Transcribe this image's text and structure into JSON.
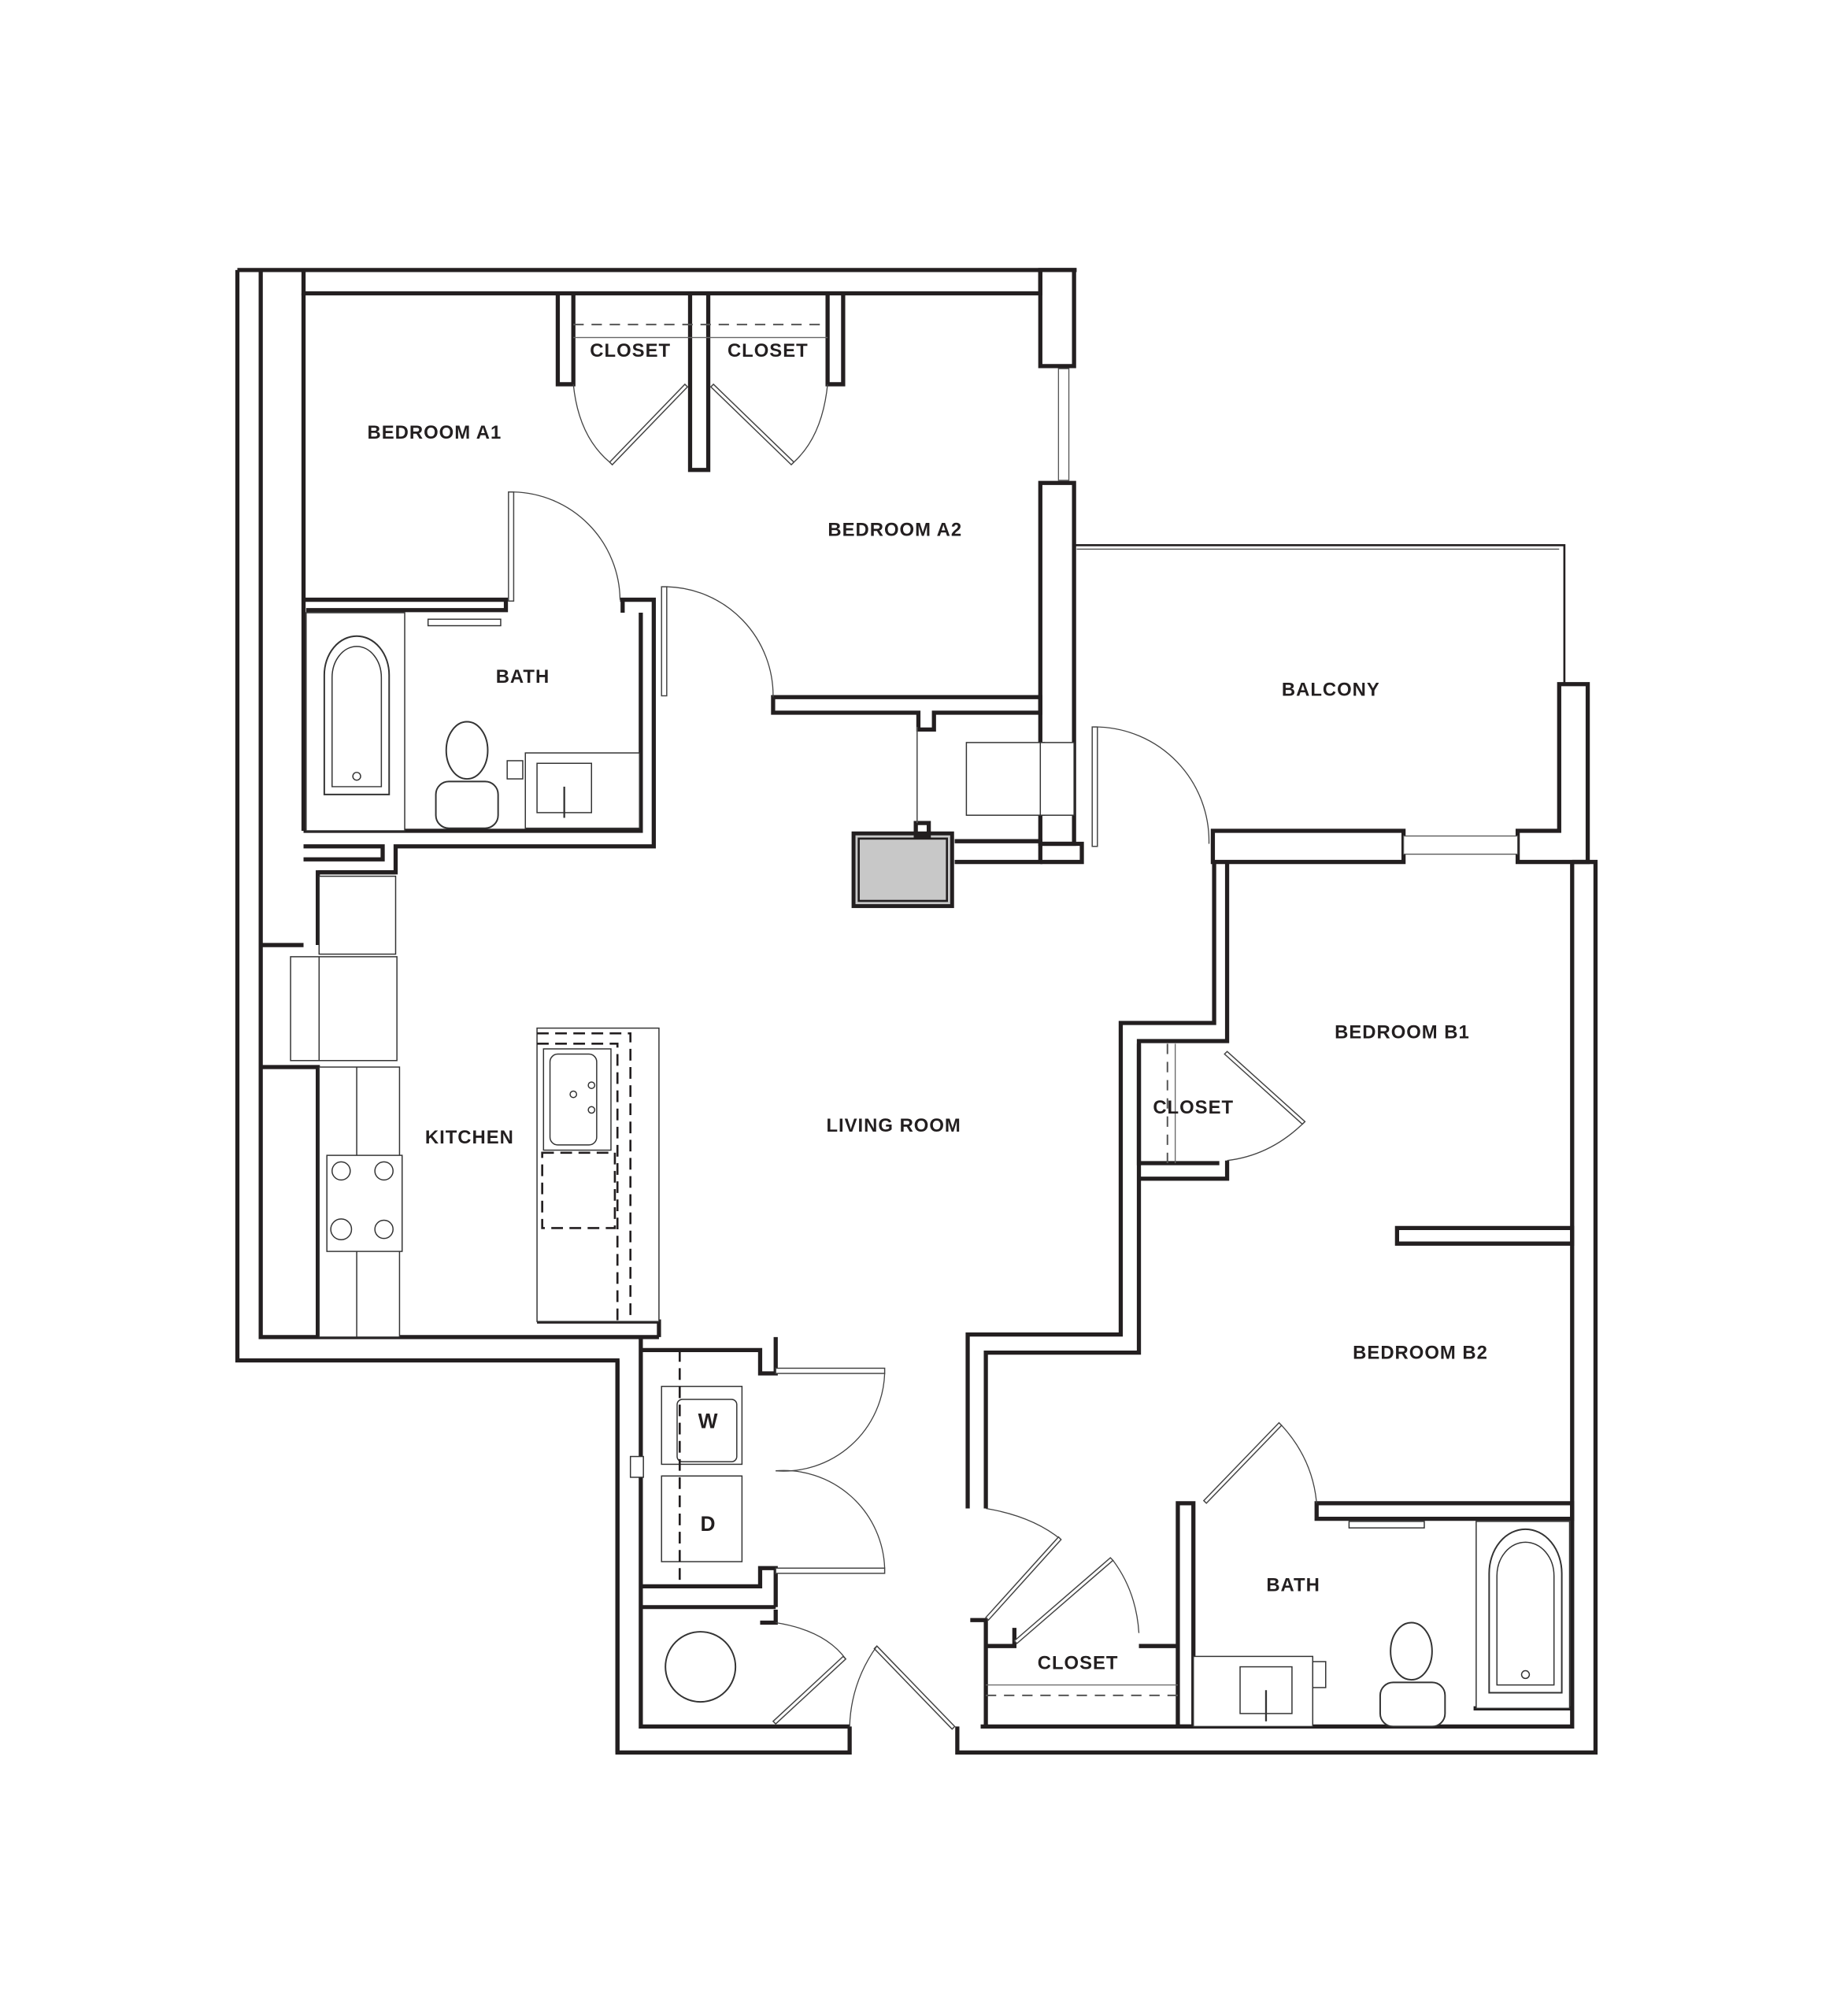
{
  "plan": {
    "type": "apartment floor plan",
    "colors": {
      "wall": "#231f20",
      "background": "#ffffff",
      "shaft": "#c8c8c8",
      "fixture_line": "#333333"
    },
    "rooms": {
      "bedroom_a1": "BEDROOM A1",
      "bedroom_a2": "BEDROOM A2",
      "closet_a1": "CLOSET",
      "closet_a2": "CLOSET",
      "bath_a": "BATH",
      "balcony": "BALCONY",
      "kitchen": "KITCHEN",
      "living_room": "LIVING ROOM",
      "bedroom_b1": "BEDROOM B1",
      "closet_b1": "CLOSET",
      "bedroom_b2": "BEDROOM B2",
      "bath_b": "BATH",
      "closet_entry": "CLOSET"
    },
    "appliances": {
      "washer": "W",
      "dryer": "D"
    }
  }
}
